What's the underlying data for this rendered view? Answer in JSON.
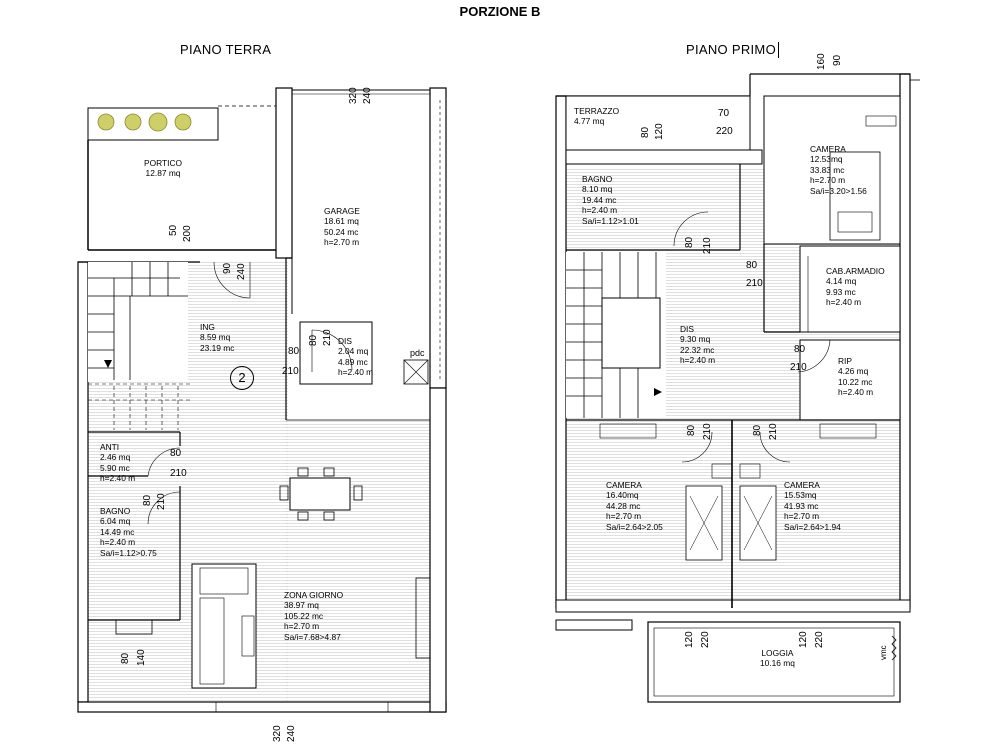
{
  "title": "PORZIONE B",
  "ground_floor": {
    "label": "PIANO TERRA",
    "rooms": {
      "portico": [
        "PORTICO",
        "12.87 mq"
      ],
      "garage": [
        "GARAGE",
        "18.61 mq",
        "50.24 mc",
        "h=2.70 m"
      ],
      "ing": [
        "ING",
        "8.59 mq",
        "23.19 mc"
      ],
      "dis": [
        "DIS",
        "2.04 mq",
        "4.89 mc",
        "h=2.40 m"
      ],
      "anti": [
        "ANTI",
        "2.46 mq",
        "5.90 mc",
        "h=2.40 m"
      ],
      "bagno": [
        "BAGNO",
        "6.04 mq",
        "14.49 mc",
        "h=2.40 m",
        "Sa/i=1.12>0.75"
      ],
      "zona_giorno": [
        "ZONA GIORNO",
        "38.97 mq",
        "105.22 mc",
        "h=2.70 m",
        "Sa/i=7.68>4.87"
      ]
    },
    "stair_number": "2",
    "pdc": "pdc",
    "dims": {
      "garage_top": [
        "320",
        "240"
      ],
      "portico_door": [
        "50",
        "200"
      ],
      "ing_door": [
        "90",
        "240"
      ],
      "dis_door_v": [
        "80",
        "210"
      ],
      "dis_door_h": [
        "80",
        "210"
      ],
      "anti_door": [
        "80",
        "210"
      ],
      "bagno_door": [
        "80",
        "210"
      ],
      "bagno_window": [
        "80",
        "140"
      ],
      "giorno_window": [
        "320",
        "240"
      ]
    }
  },
  "first_floor": {
    "label": "PIANO PRIMO",
    "rooms": {
      "terrazzo": [
        "TERRAZZO",
        "4.77 mq"
      ],
      "camera_top": [
        "CAMERA",
        "12.53mq",
        "33.83 mc",
        "h=2.70 m",
        "Sa/i=3.20>1.56"
      ],
      "bagno": [
        "BAGNO",
        "8.10 mq",
        "19.44 mc",
        "h=2.40 m",
        "Sa/i=1.12>1.01"
      ],
      "cab_armadio": [
        "CAB.ARMADIO",
        "4.14 mq",
        "9.93 mc",
        "h=2.40 m"
      ],
      "dis": [
        "DIS",
        "9.30 mq",
        "22.32 mc",
        "h=2.40 m"
      ],
      "rip": [
        "RIP",
        "4.26 mq",
        "10.22 mc",
        "h=2.40 m"
      ],
      "camera_left": [
        "CAMERA",
        "16.40mq",
        "44.28 mc",
        "h=2.70 m",
        "Sa/i=2.64>2.05"
      ],
      "camera_right": [
        "CAMERA",
        "15.53mq",
        "41.93 mc",
        "h=2.70 m",
        "Sa/i=2.64>1.94"
      ],
      "loggia": [
        "LOGGIA",
        "10.16 mq"
      ]
    },
    "vmc": "vmc",
    "dims": {
      "camera_window": [
        "160",
        "90"
      ],
      "terrazzo_door": [
        "70",
        "220"
      ],
      "bagno_window": [
        "80",
        "120"
      ],
      "bagno_door": [
        "80",
        "210"
      ],
      "cab_door": [
        "80",
        "210"
      ],
      "rip_door": [
        "80",
        "210"
      ],
      "cam_left_door": [
        "80",
        "210"
      ],
      "cam_right_door": [
        "80",
        "210"
      ],
      "loggia_left": [
        "120",
        "220"
      ],
      "loggia_right": [
        "120",
        "220"
      ]
    }
  }
}
